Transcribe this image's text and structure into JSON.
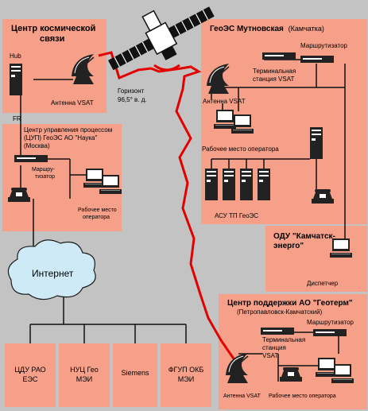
{
  "colors": {
    "background": "#c3c3c3",
    "panel": "#f6a08a",
    "link": "#e30000",
    "wire": "#111111",
    "cloud": "#cfeaf7"
  },
  "space_center": {
    "title_1": "Центр космической",
    "title_2": "связи",
    "hub": "Hub",
    "antenna": "Антенна VSAT",
    "fr": "FR"
  },
  "horizon": {
    "line1": "Горизонт",
    "line2": "96,5° в. д."
  },
  "mutnovskaya": {
    "title": "ГеоЭС Мутновская",
    "region": "(Камчатка)",
    "router": "Маршрутизатор",
    "terminal_1": "Терминальная",
    "terminal_2": "станция VSAT",
    "antenna": "Антенна VSAT",
    "workstation": "Рабочее место оператора",
    "asu": "АСУ ТП ГеоЭС"
  },
  "tsup": {
    "title_1": "Центр управления процессом",
    "title_2": "(ЦУП) ГеоЭС АО \"Наука\"",
    "title_3": "(Москва)",
    "router_1": "Маршру-",
    "router_2": "тизатор",
    "workstation_1": "Рабочее место",
    "workstation_2": "оператора"
  },
  "internet": {
    "label": "Интернет"
  },
  "odu": {
    "title_1": "ОДУ \"Камчатск-",
    "title_2": "энерго\"",
    "dispatcher": "Диспетчер"
  },
  "geoterm": {
    "title": "Центр поддержки АО \"Геотерм\"",
    "subtitle": "(Петропавловск-Камчатский)",
    "router": "Маршрутизатор",
    "terminal_1": "Терминальная",
    "terminal_2": "станция",
    "terminal_3": "VSAT",
    "antenna": "Антенна VSAT",
    "workstation": "Рабочее место оператора"
  },
  "organizations": [
    {
      "line1": "ЦДУ РАО",
      "line2": "ЕЭС"
    },
    {
      "line1": "НУЦ Гео",
      "line2": "МЭИ"
    },
    {
      "line1": "Siemens",
      "line2": ""
    },
    {
      "line1": "ФГУП ОКБ",
      "line2": "МЭИ"
    }
  ]
}
